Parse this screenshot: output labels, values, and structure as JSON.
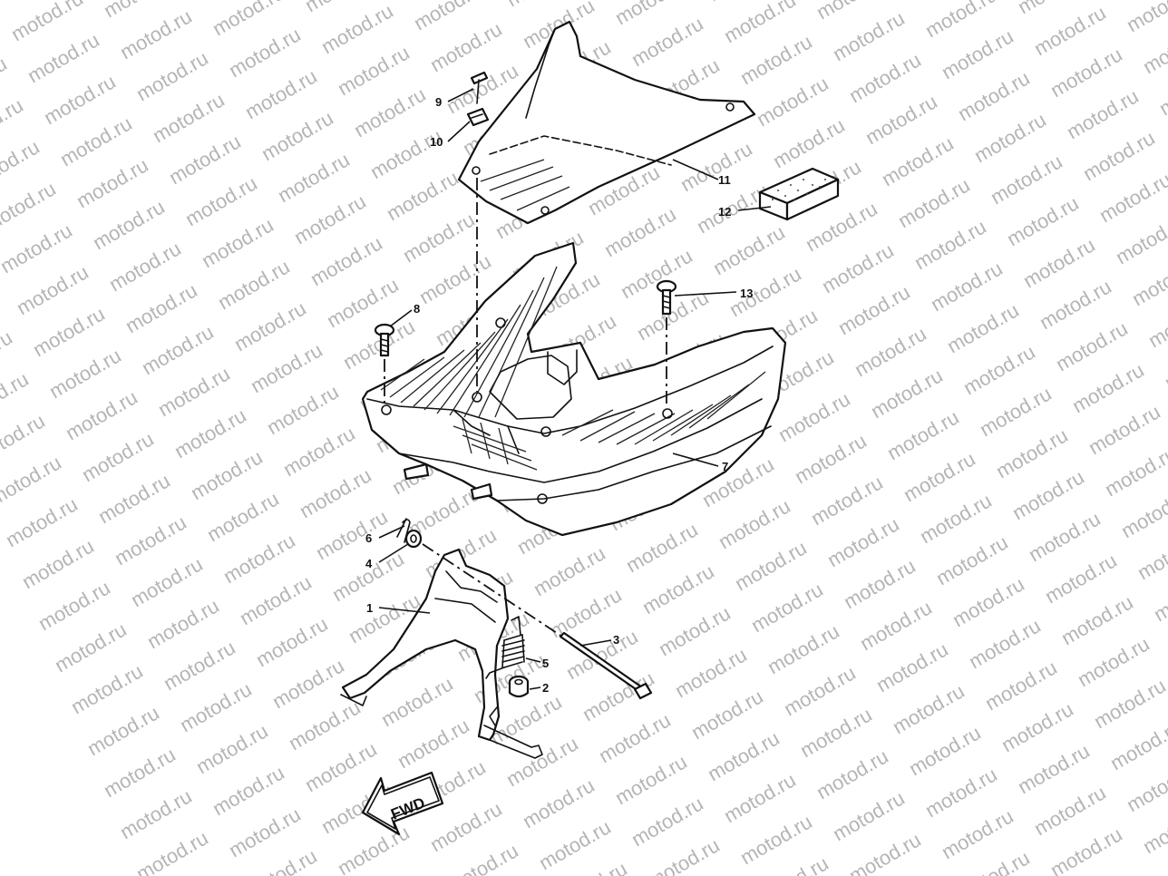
{
  "watermark": "motod.ru",
  "callouts": {
    "c1": "1",
    "c2": "2",
    "c3": "3",
    "c4": "4",
    "c5": "5",
    "c6": "6",
    "c7": "7",
    "c8": "8",
    "c9": "9",
    "c10": "10",
    "c11": "11",
    "c12": "12",
    "c13": "13"
  },
  "fwd_label": "FWD"
}
